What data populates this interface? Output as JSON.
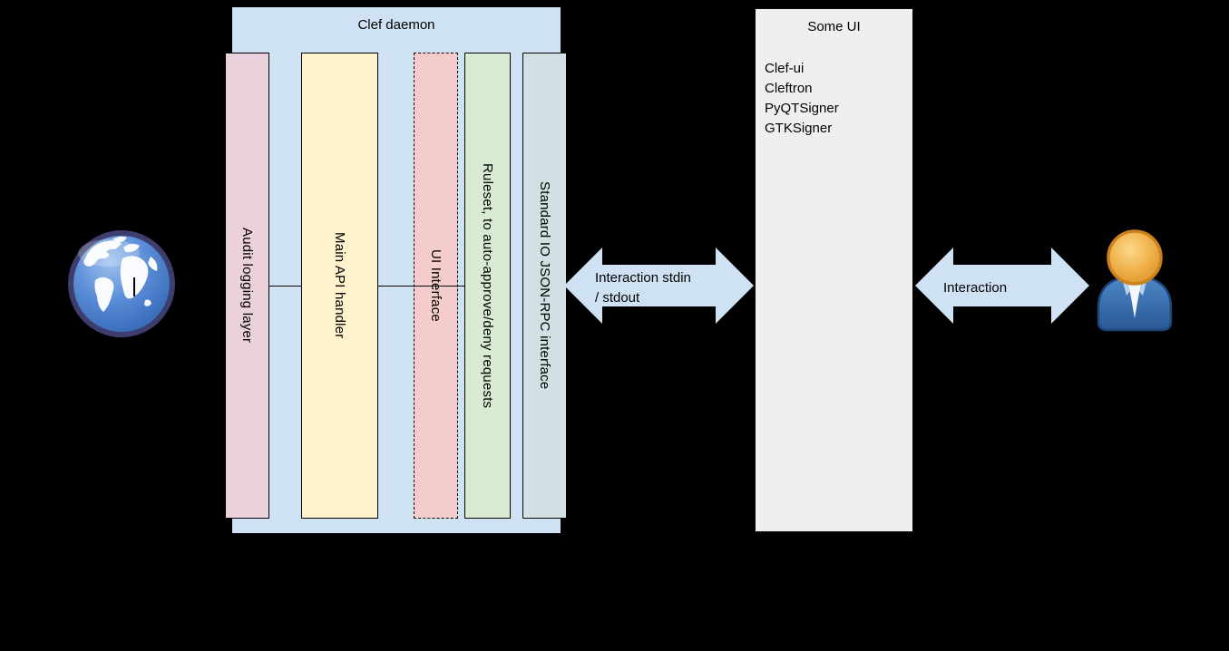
{
  "canvas": {
    "background": "#000000"
  },
  "clef_daemon": {
    "title": "Clef daemon",
    "fill": "#cfe2f3",
    "bars": [
      {
        "label": "Audit logging layer",
        "fill": "#ead1dc",
        "border_style": "solid"
      },
      {
        "label": "Main API handler",
        "fill": "#fff2cc",
        "border_style": "solid"
      },
      {
        "label": "UI Interface",
        "fill": "#f4cccc",
        "border_style": "dashed"
      },
      {
        "label": "Ruleset, to auto-approve/deny requests",
        "fill": "#d9ead3",
        "border_style": "solid"
      },
      {
        "label": "Standard IO JSON-RPC interface",
        "fill": "#d0e0e3",
        "border_style": "solid"
      }
    ]
  },
  "some_ui": {
    "title": "Some UI",
    "fill": "#efefef",
    "items": [
      "Clef-ui",
      "Cleftron",
      "PyQTSigner",
      "GTKSigner"
    ]
  },
  "left_arrow": {
    "fill": "#cfe2f3",
    "label_line1": "Interaction stdin",
    "label_line2": "/ stdout"
  },
  "right_arrow": {
    "fill": "#cfe2f3",
    "label": "Interaction"
  },
  "icons": {
    "globe": "globe-icon",
    "user": "user-icon"
  }
}
